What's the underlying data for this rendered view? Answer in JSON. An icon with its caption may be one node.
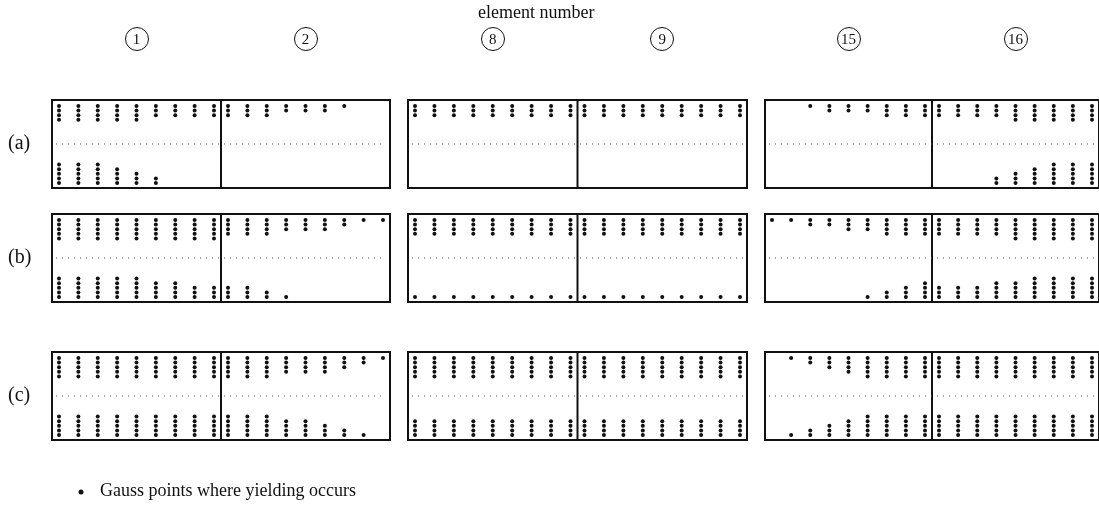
{
  "diagram": {
    "title": "element number",
    "labels": [
      "1",
      "2",
      "8",
      "9",
      "15",
      "16",
      "(a)",
      "(b)",
      "(c)"
    ],
    "legend": [
      {
        "text": "Gauss points where yielding occurs"
      }
    ]
  }
}
